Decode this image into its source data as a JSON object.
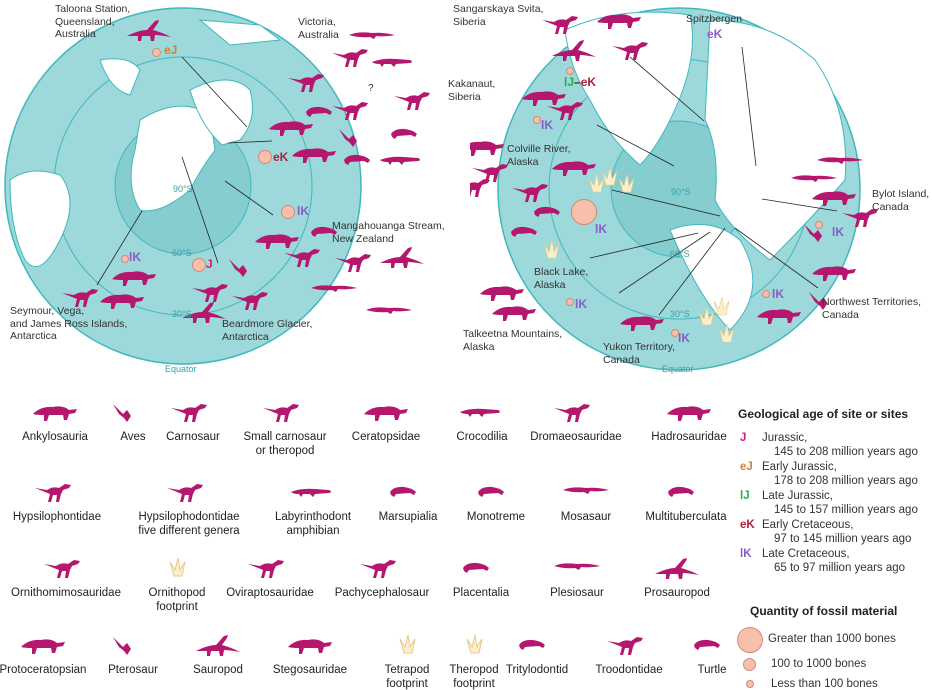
{
  "colors": {
    "ocean": "#9dd8da",
    "ring": "#3fb8bd",
    "land": "#ffffff",
    "animal": "#b5176e",
    "footprint": "#fdf0c8",
    "J": "#e2157c",
    "eJ": "#c8843a",
    "lJ": "#23b04b",
    "eK": "#b0203f",
    "lK": "#8a5cc6"
  },
  "south_map": {
    "lat_labels": [
      "90°S",
      "60°S",
      "30°S"
    ],
    "equator": "Equator",
    "sites": [
      {
        "name": "Taloona Station,\nQueensland,\nAustralia"
      },
      {
        "name": "Victoria,\nAustralia"
      },
      {
        "name": "Mangahouanga Stream,\nNew Zealand"
      },
      {
        "name": "Seymour, Vega,\nand James Ross Islands,\nAntarctica"
      },
      {
        "name": "Beardmore Glacier,\nAntarctica"
      }
    ],
    "ages": [
      "eJ",
      "eK",
      "lK",
      "lK",
      "J"
    ],
    "question_mark": "?"
  },
  "north_map": {
    "lat_labels": [
      "90°S",
      "60°S",
      "30°S"
    ],
    "equator": "Equator",
    "sites": [
      {
        "name": "Sangarskaya Svita,\nSiberia"
      },
      {
        "name": "Kakanaut,\nSiberia"
      },
      {
        "name": "Colville River,\nAlaska"
      },
      {
        "name": "Black Lake,\nAlaska"
      },
      {
        "name": "Talkeetna Mountains,\nAlaska"
      },
      {
        "name": "Yukon Territory,\nCanada"
      },
      {
        "name": "Spitzbergen"
      },
      {
        "name": "Bylot Island,\nCanada"
      },
      {
        "name": "Northwest Territories,\nCanada"
      }
    ],
    "ages": {
      "spitz": "eK",
      "sang_a": "lJ",
      "sang_dash": "–",
      "sang_b": "eK",
      "kak": "lK",
      "colville": "lK",
      "talk": "lK",
      "yukon": "lK",
      "bylot": "lK",
      "nwt": "lK"
    }
  },
  "key": [
    {
      "label": "Ankylosauria",
      "shape": "quad"
    },
    {
      "label": "Aves",
      "shape": "bird"
    },
    {
      "label": "Carnosaur",
      "shape": "biped"
    },
    {
      "label": "Small carnosaur\nor theropod",
      "shape": "biped"
    },
    {
      "label": "Ceratopsidae",
      "shape": "quad"
    },
    {
      "label": "Crocodilia",
      "shape": "croc"
    },
    {
      "label": "Dromaeosauridae",
      "shape": "biped"
    },
    {
      "label": "Hadrosauridae",
      "shape": "quad"
    },
    {
      "label": "Hypsilophontidae",
      "shape": "biped"
    },
    {
      "label": "Hypsilophodontidae\nfive different genera",
      "shape": "biped"
    },
    {
      "label": "Labyrinthodont\namphibian",
      "shape": "croc"
    },
    {
      "label": "Marsupialia",
      "shape": "small"
    },
    {
      "label": "Monotreme",
      "shape": "small"
    },
    {
      "label": "Mosasaur",
      "shape": "swim"
    },
    {
      "label": "Multituberculata",
      "shape": "small"
    },
    {
      "label": "Ornithomimosauridae",
      "shape": "biped"
    },
    {
      "label": "Ornithopod\nfootprint",
      "shape": "foot"
    },
    {
      "label": "Oviraptosauridae",
      "shape": "biped"
    },
    {
      "label": "Pachycephalosaur",
      "shape": "biped"
    },
    {
      "label": "Placentalia",
      "shape": "small"
    },
    {
      "label": "Plesiosaur",
      "shape": "swim"
    },
    {
      "label": "Prosauropod",
      "shape": "long"
    },
    {
      "label": "Protoceratopsian",
      "shape": "quad"
    },
    {
      "label": "Pterosaur",
      "shape": "bird"
    },
    {
      "label": "Sauropod",
      "shape": "long"
    },
    {
      "label": "Stegosauridae",
      "shape": "quad"
    },
    {
      "label": "Tetrapod\nfootprint",
      "shape": "foot"
    },
    {
      "label": "Theropod\nfootprint",
      "shape": "foot"
    },
    {
      "label": "Tritylodontid",
      "shape": "small"
    },
    {
      "label": "Troodontidae",
      "shape": "biped"
    },
    {
      "label": "Turtle",
      "shape": "small"
    }
  ],
  "legend": {
    "age_title": "Geological age of site or sites",
    "ages": [
      {
        "code": "J",
        "name": "Jurassic,",
        "range": "145 to 208 million years ago"
      },
      {
        "code": "eJ",
        "name": "Early Jurassic,",
        "range": "178 to 208 million years ago"
      },
      {
        "code": "lJ",
        "name": "Late Jurassic,",
        "range": "145 to 157 million years ago"
      },
      {
        "code": "eK",
        "name": "Early Cretaceous,",
        "range": "97 to 145 million years ago"
      },
      {
        "code": "lK",
        "name": "Late Cretaceous,",
        "range": "65 to 97 million years ago"
      }
    ],
    "qty_title": "Quantity of fossil material",
    "qty": [
      {
        "label": "Greater than 1000 bones"
      },
      {
        "label": "100 to 1000 bones"
      },
      {
        "label": "Less than 100 bones"
      }
    ]
  }
}
